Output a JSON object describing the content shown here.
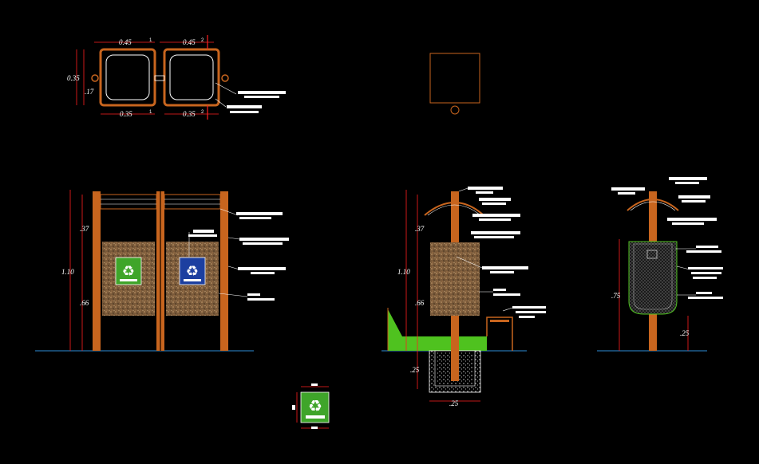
{
  "colors": {
    "background": "#000000",
    "dimension": "#ff2020",
    "wood": "#c8651e",
    "wood_dark": "#8a4010",
    "panel": "#8a6a4a",
    "ground": "#1f5f8f",
    "grass": "#4fc21f",
    "recycle_green": "#3fa52a",
    "recycle_blue": "#1c3fa0",
    "leader": "#ffffff",
    "label_block": "#ffffff"
  },
  "plan_view": {
    "dims_top": [
      "0.45",
      "0.45"
    ],
    "dims_bottom": [
      "0.35",
      "0.35"
    ],
    "dim_left_outer": "0.35",
    "dim_left_inner": ".17",
    "section_marks": [
      "1",
      "1",
      "2",
      "2"
    ]
  },
  "front_elevation": {
    "dim_total": "1.10",
    "dim_upper": ".37",
    "dim_lower": ".66"
  },
  "side_section": {
    "dim_total": "1.10",
    "dim_upper": ".37",
    "dim_lower": ".66",
    "dim_footing_depth": ".25",
    "dim_footing_width": ".25"
  },
  "bin_elevation": {
    "dim_bin_height": ".75",
    "dim_clearance": ".25"
  },
  "icons": {
    "recycle": "recycle-icon"
  }
}
